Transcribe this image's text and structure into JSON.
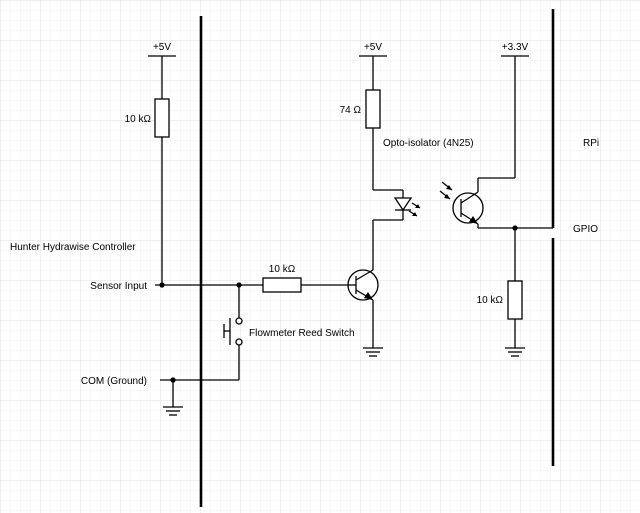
{
  "colors": {
    "background": "#ffffff",
    "grid_minor": "#f0f0f0",
    "grid_major": "#dcdcdc",
    "ink": "#000000"
  },
  "labels": {
    "v5_left": "+5V",
    "v5_right": "+5V",
    "v33": "+3.3V",
    "r_pullup_left": "10 kΩ",
    "r_led": "74 Ω",
    "r_base": "10 kΩ",
    "r_pulldown": "10 kΩ",
    "opto": "Opto-isolator (4N25)",
    "rpi": "RPi",
    "gpio": "GPIO",
    "controller": "Hunter Hydrawise Controller",
    "sensor_input": "Sensor Input",
    "reed_switch": "Flowmeter Reed Switch",
    "com_ground": "COM (Ground)"
  }
}
